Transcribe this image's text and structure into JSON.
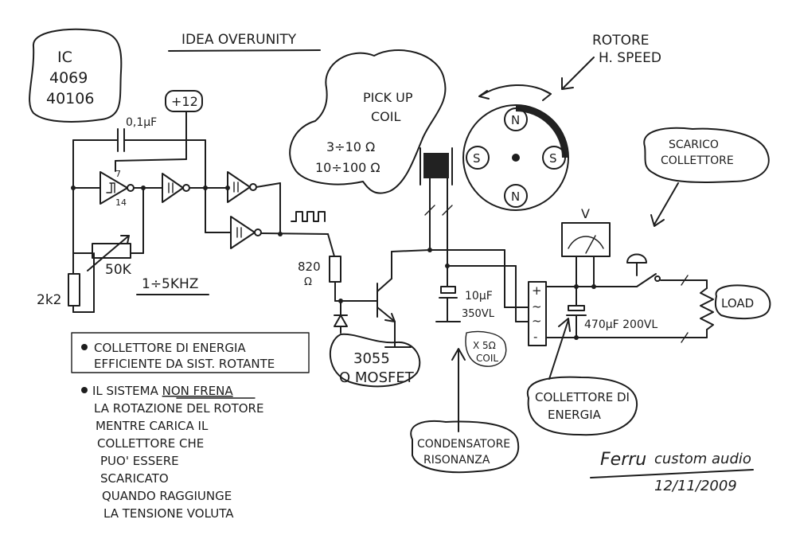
{
  "title": "IDEA OVERUNITY",
  "ic_box": {
    "line1": "IC",
    "line2": "4069",
    "line3": "40106"
  },
  "supply": "+12",
  "cap_timing": "0,1μF",
  "gate_pins": {
    "pin7": "7",
    "pin14": "14"
  },
  "res_2k2": "2k2",
  "pot_50k": "50K",
  "freq_range": "1÷5KHZ",
  "square_wave": "ППП",
  "res_820": "820",
  "res_820_unit": "Ω",
  "transistor_label": {
    "line1": "3055",
    "line2": "O MOSFET"
  },
  "pickup_bubble": {
    "line1": "PICK UP",
    "line2": "COIL",
    "line3": "3÷10 Ω",
    "line4": "10÷100 Ω"
  },
  "rotor_label": {
    "line1": "ROTORE",
    "line2": "H. SPEED"
  },
  "magnets": {
    "top": "N",
    "right": "S",
    "bottom": "N",
    "left": "S"
  },
  "res_cap": {
    "line1": "10μF",
    "line2": "350VL"
  },
  "coil_note": {
    "line1": "X 5Ω",
    "line2": "COIL"
  },
  "bridge": {
    "plus": "+",
    "ac1": "~",
    "ac2": "~",
    "minus": "-"
  },
  "storage_cap": "470μF 200VL",
  "voltmeter": "V",
  "load": "LOAD",
  "discharge_label": {
    "line1": "SCARICO",
    "line2": "COLLETTORE"
  },
  "collector_label": {
    "line1": "COLLETTORE DI",
    "line2": "ENERGIA"
  },
  "resonance_label": {
    "line1": "CONDENSATORE",
    "line2": "RISONANZA"
  },
  "note1": {
    "line1": "COLLETTORE DI ENERGIA",
    "line2": "EFFICIENTE DA SIST. ROTANTE"
  },
  "note2": {
    "line1_pre": "IL SISTEMA ",
    "line1_em": "NON FRENA",
    "lines": [
      "LA ROTAZIONE DEL ROTORE",
      "MENTRE CARICA IL",
      "COLLETTORE CHE",
      "PUO' ESSERE",
      "SCARICATO",
      "QUANDO RAGGIUNGE",
      "LA TENSIONE VOLUTA"
    ]
  },
  "signature": {
    "name": "Ferru",
    "brand": "custom audio",
    "date": "12/11/2009"
  }
}
